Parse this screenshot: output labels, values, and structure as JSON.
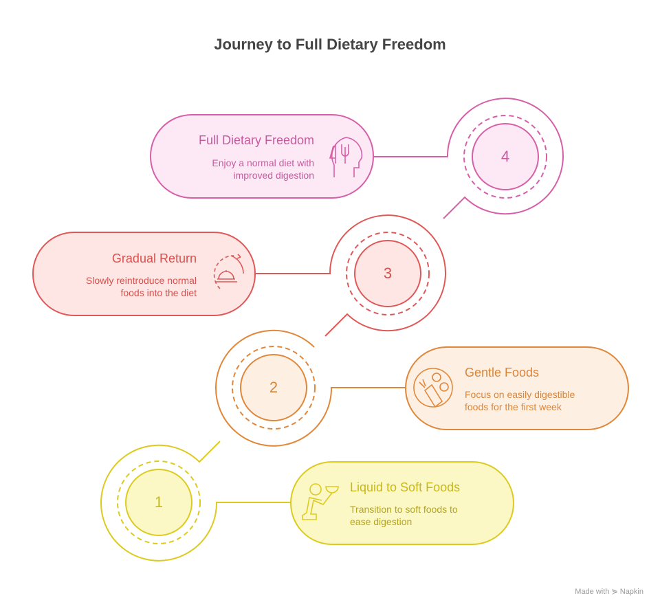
{
  "title": "Journey to Full Dietary Freedom",
  "steps": [
    {
      "number": "1",
      "title": "Liquid to Soft Foods",
      "desc1": "Transition to soft foods to",
      "desc2": "ease digestion",
      "icon": "person-holding-bowl-icon",
      "stroke": "#dccb1e",
      "fill": "#fbf8c6",
      "text": "#c9b81a"
    },
    {
      "number": "2",
      "title": "Gentle Foods",
      "desc1": "Focus on easily digestible",
      "desc2": "foods for the first week",
      "icon": "carrot-broccoli-icon",
      "stroke": "#e0873a",
      "fill": "#fdefe2",
      "text": "#d9853a"
    },
    {
      "number": "3",
      "title": "Gradual Return",
      "desc1": "Slowly reintroduce normal",
      "desc2": "foods into the diet",
      "icon": "cloche-icon",
      "stroke": "#df5858",
      "fill": "#fde6e4",
      "text": "#d6504d"
    },
    {
      "number": "4",
      "title": "Full Dietary Freedom",
      "desc1": "Enjoy a normal diet with",
      "desc2": "improved digestion",
      "icon": "head-fork-knife-icon",
      "stroke": "#d65fa8",
      "fill": "#fde8f6",
      "text": "#c85a9e"
    }
  ],
  "footer": "Made with ⋟ Napkin"
}
